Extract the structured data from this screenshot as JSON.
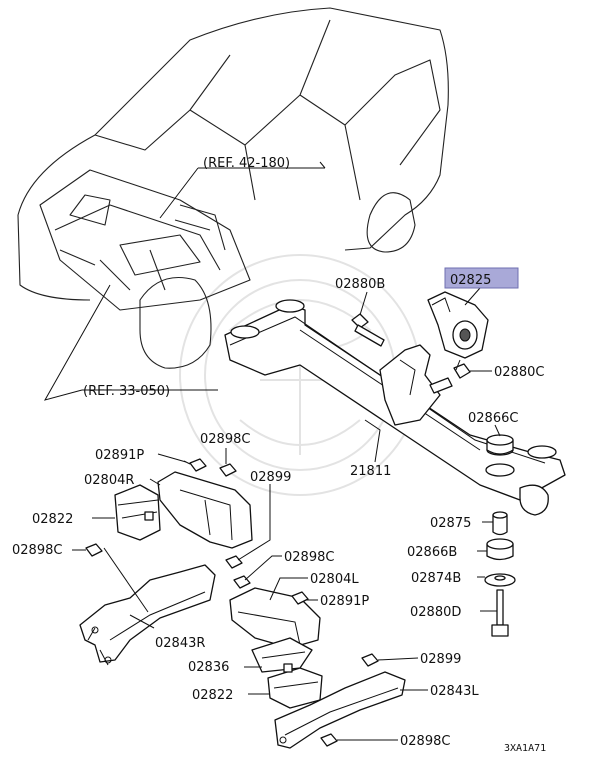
{
  "labels": {
    "ref_42_180": "(REF. 42-180)",
    "ref_33_050": "(REF. 33-050)",
    "p02825": "02825",
    "p02880B": "02880B",
    "p02880C": "02880C",
    "p02866C": "02866C",
    "p21811": "21811",
    "p02891P_left": "02891P",
    "p02898C_top": "02898C",
    "p02804R": "02804R",
    "p02899_top": "02899",
    "p02822_left": "02822",
    "p02898C_left": "02898C",
    "p02875": "02875",
    "p02866B": "02866B",
    "p02874B": "02874B",
    "p02880D": "02880D",
    "p02898C_mid": "02898C",
    "p02804L": "02804L",
    "p02891P_right": "02891P",
    "p02843R": "02843R",
    "p02836": "02836",
    "p02899_bottom": "02899",
    "p02822_bottom": "02822",
    "p02843L": "02843L",
    "p02898C_bottom": "02898C",
    "diagram_code": "3XA1A71"
  },
  "colors": {
    "highlight": "#a9a9d8",
    "highlight_border": "#6f6fb0",
    "line": "#111111"
  }
}
